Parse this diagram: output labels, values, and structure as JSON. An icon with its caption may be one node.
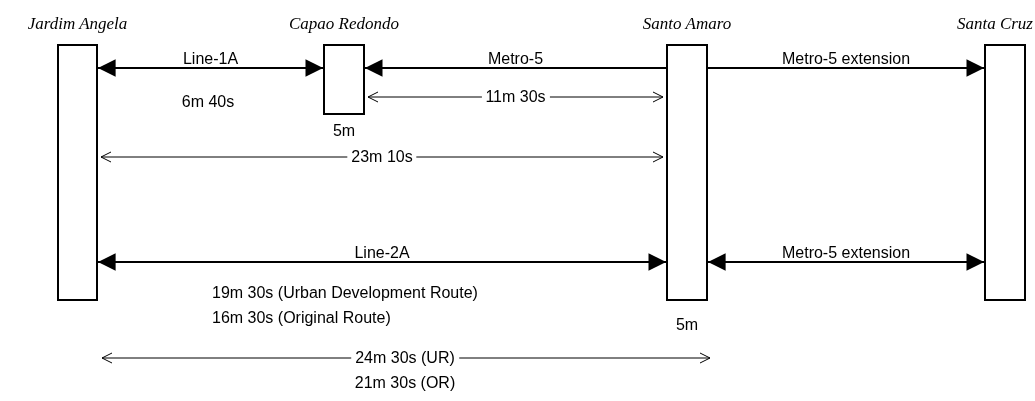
{
  "diagram": {
    "nodes": [
      {
        "text": [
          "Jardim Angela"
        ]
      },
      {
        "text": [
          "Capao Redondo"
        ],
        "beside": [
          "5m"
        ]
      },
      {
        "text": [
          "Santo Amaro"
        ],
        "beside": [
          "5m"
        ]
      },
      {
        "text": [
          "Santa Cruz"
        ]
      }
    ],
    "edges": [
      {
        "from": 0,
        "to": 1,
        "arrow": "both",
        "label": "Line-1A"
      },
      {
        "from": 2,
        "to": 1,
        "arrow": "to",
        "label": "Metro-5"
      },
      {
        "from": 2,
        "to": 3,
        "arrow": "to",
        "label": "Metro-5 extension"
      },
      {
        "from": 1,
        "to": 2,
        "arrow": "both",
        "label": "11m 30s"
      },
      {
        "from": 0,
        "to": 2,
        "arrow": "both",
        "label": "23m 10s"
      },
      {
        "from": 0,
        "to": 2,
        "arrow": "both",
        "label": "Line-2A"
      },
      {
        "from": 2,
        "to": 3,
        "arrow": "both",
        "label": "Metro-5 extension"
      }
    ],
    "labels": [
      "6m 40s",
      "19m 30s (Urban Development Route)",
      "16m 30s (Original Route)",
      "24m 30s (UR)",
      "21m 30s (OR)"
    ]
  }
}
